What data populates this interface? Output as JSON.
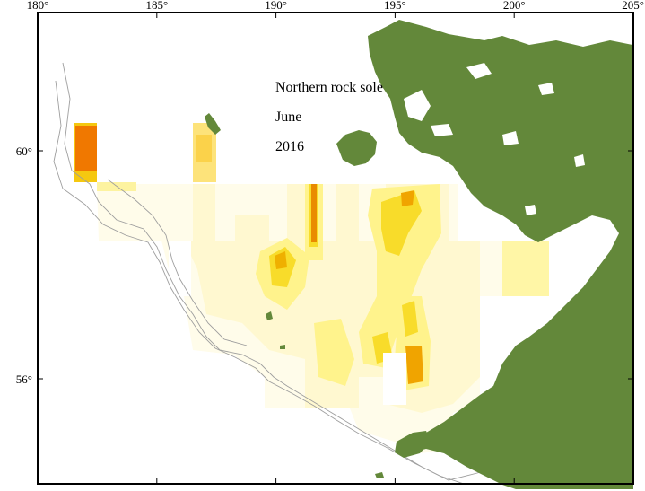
{
  "map": {
    "annotations": {
      "species": "Northern rock sole",
      "month": "June",
      "year": "2016"
    },
    "lon_ticks": [
      {
        "value": 180,
        "label": "180°"
      },
      {
        "value": 185,
        "label": "185°"
      },
      {
        "value": 190,
        "label": "190°"
      },
      {
        "value": 195,
        "label": "195°"
      },
      {
        "value": 200,
        "label": "200°"
      },
      {
        "value": 205,
        "label": "205°"
      }
    ],
    "lat_ticks": [
      {
        "value": 60,
        "label": "60°"
      },
      {
        "value": 56,
        "label": "56°"
      }
    ],
    "colors": {
      "land": "#63883a",
      "density_low": "#fffce8",
      "density_mid": "#fff176",
      "density_high": "#f5d000",
      "density_peak": "#f07800",
      "coastline": "#9e9e9e"
    }
  }
}
